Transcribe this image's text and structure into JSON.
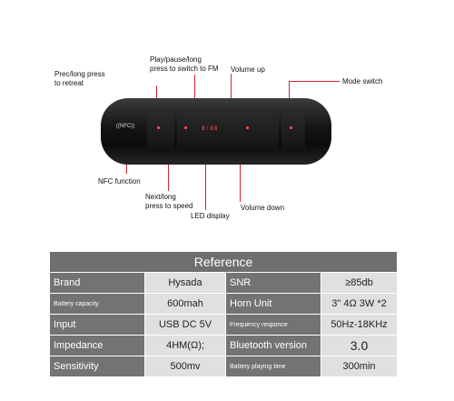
{
  "callouts": {
    "prev": "Prec/long press\nto retreat",
    "play": "Play/pause/long\npress to switch to FM",
    "volup": "Volume up",
    "mode": "Mode switch",
    "nfc_fn": "NFC function",
    "next": "Next/long\npress to speed",
    "led": "LED display",
    "voldown": "Volume down"
  },
  "speaker": {
    "nfc_label": "((NFC))",
    "led_text": "8:88"
  },
  "colors": {
    "callout_line": "#d0262c",
    "table_label_bg": "#737373",
    "table_value_bg": "#e0e0e0"
  },
  "table": {
    "title": "Reference",
    "rows": [
      [
        "Brand",
        "Hysada",
        "SNR",
        "≥85db"
      ],
      [
        "Battery capacity",
        "600mah",
        "Horn Unit",
        "3\" 4Ω 3W *2"
      ],
      [
        "Input",
        "USB DC 5V",
        "Frequency responce",
        "50Hz-18KHz"
      ],
      [
        "Impedance",
        "4HM(Ω);",
        "Bluetooth version",
        "3.0"
      ],
      [
        "Sensitivity",
        "500mv",
        "Battery playing time",
        "300min"
      ]
    ]
  }
}
